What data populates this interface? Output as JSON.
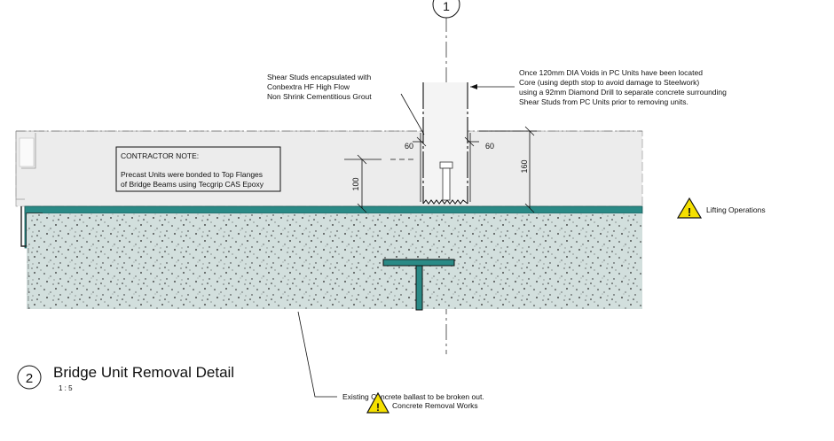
{
  "grid_marker": {
    "label": "1"
  },
  "callouts": {
    "shear_studs": [
      "Shear Studs encapsulated with",
      "Conbextra HF High Flow",
      "Non Shrink Cementitious Grout"
    ],
    "voids": [
      "Once 120mm DIA Voids in PC Units have been located",
      "Core (using depth stop to avoid damage to Steelwork)",
      "using a 92mm Diamond Drill to separate concrete surrounding",
      "Shear Studs from PC Units prior to removing units."
    ]
  },
  "contractor_note": {
    "heading": "CONTRACTOR NOTE:",
    "lines": [
      "Precast Units were bonded to Top Flanges",
      "of Bridge Beams using Tecgrip CAS Epoxy"
    ]
  },
  "dimensions": {
    "left": "60",
    "right": "60",
    "height_small": "100",
    "height_large": "160"
  },
  "warnings": {
    "lifting": "Lifting Operations",
    "ballast": "Existing Concrete ballast to be broken out.",
    "removal": "Concrete Removal Works"
  },
  "detail": {
    "number": "2",
    "title": "Bridge Unit Removal Detail",
    "scale": "1 : 5"
  },
  "colors": {
    "slab": "#ececec",
    "membrane": "#2a8a86",
    "ballast": "#cfdcda",
    "steel": "#2a8a86"
  }
}
